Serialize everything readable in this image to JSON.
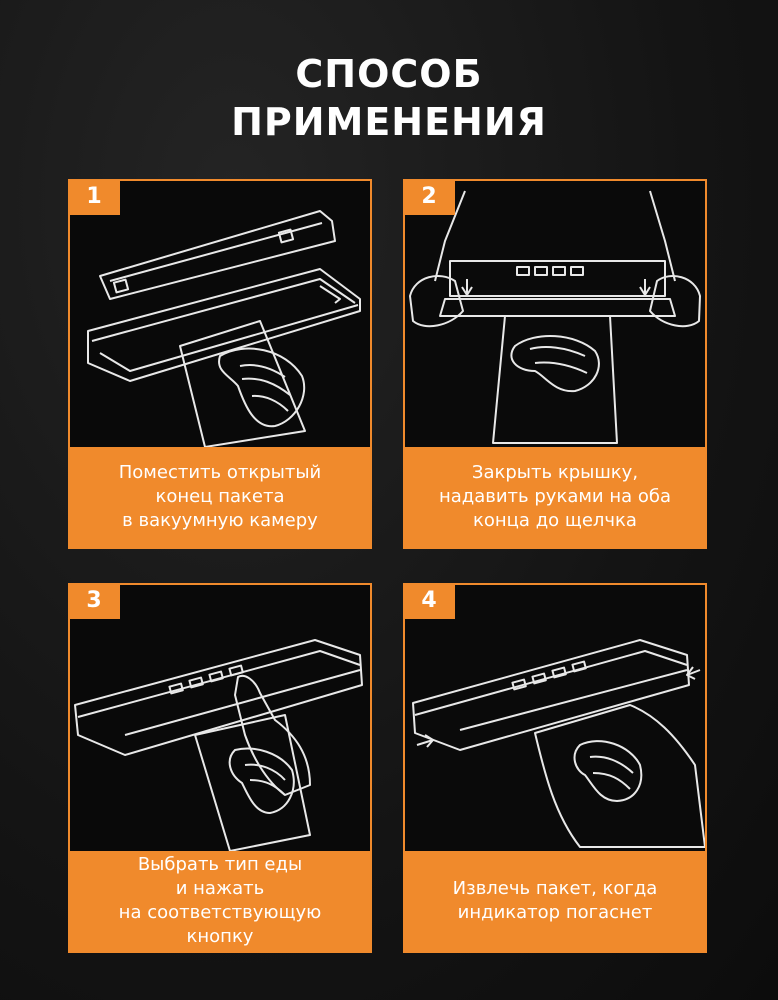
{
  "title": "СПОСОБ\nПРИМЕНЕНИЯ",
  "steps": [
    {
      "number": "1",
      "text": "Поместить открытый\nконец пакета\nв вакуумную камеру",
      "illustration": "open-sealer-bag-icon"
    },
    {
      "number": "2",
      "text": "Закрыть крышку,\nнадавить руками на оба\nконца до щелчка",
      "illustration": "press-lid-icon"
    },
    {
      "number": "3",
      "text": "Выбрать тип еды\nи нажать\nна соответствующую\nкнопку",
      "illustration": "press-button-icon"
    },
    {
      "number": "4",
      "text": "Извлечь пакет, когда\nиндикатор погаснет",
      "illustration": "remove-bag-icon"
    }
  ],
  "colors": {
    "accent": "#f08a2c",
    "background": "#121212",
    "text": "#ffffff"
  }
}
